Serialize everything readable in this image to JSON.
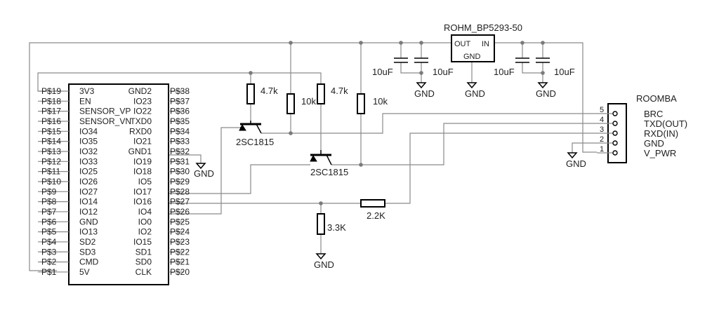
{
  "module": {
    "left_ports": [
      "P$19",
      "P$18",
      "P$17",
      "P$16",
      "P$15",
      "P$14",
      "P$13",
      "P$12",
      "P$11",
      "P$10",
      "P$9",
      "P$8",
      "P$7",
      "P$6",
      "P$5",
      "P$4",
      "P$3",
      "P$2",
      "P$1"
    ],
    "left_pins": [
      "3V3",
      "EN",
      "SENSOR_VP",
      "SENSOR_VN",
      "IO34",
      "IO35",
      "IO32",
      "IO33",
      "IO25",
      "IO26",
      "IO27",
      "IO14",
      "IO12",
      "GND",
      "IO13",
      "SD2",
      "SD3",
      "CMD",
      "5V"
    ],
    "right_pins": [
      "GND2",
      "IO23",
      "IO22",
      "TXD0",
      "RXD0",
      "IO21",
      "GND1",
      "IO19",
      "IO18",
      "IO5",
      "IO17",
      "IO16",
      "IO4",
      "IO0",
      "IO2",
      "IO15",
      "SD1",
      "SD0",
      "CLK"
    ],
    "right_ports": [
      "P$38",
      "P$37",
      "P$36",
      "P$35",
      "P$34",
      "P$33",
      "P$32",
      "P$31",
      "P$30",
      "P$29",
      "P$28",
      "P$27",
      "P$26",
      "P$25",
      "P$24",
      "P$23",
      "P$22",
      "P$21",
      "P$20"
    ]
  },
  "regulator": {
    "name": "ROHM_BP5293-50",
    "out": "OUT",
    "in": "IN",
    "gnd": "GND"
  },
  "caps": [
    "10uF",
    "10uF",
    "10uF",
    "10uF"
  ],
  "resistors": {
    "r1": "4.7k",
    "r2": "10k",
    "r3": "4.7k",
    "r4": "10k",
    "r5": "2.2K",
    "r6": "3.3K"
  },
  "transistors": {
    "q1": "2SC1815",
    "q2": "2SC1815"
  },
  "gnd_label": "GND",
  "connector": {
    "title": "ROOMBA",
    "pins": [
      {
        "num": "5",
        "label": "BRC"
      },
      {
        "num": "4",
        "label": "TXD(OUT)"
      },
      {
        "num": "3",
        "label": "RXD(IN)"
      },
      {
        "num": "2",
        "label": "GND"
      },
      {
        "num": "1",
        "label": "V_PWR"
      }
    ]
  }
}
